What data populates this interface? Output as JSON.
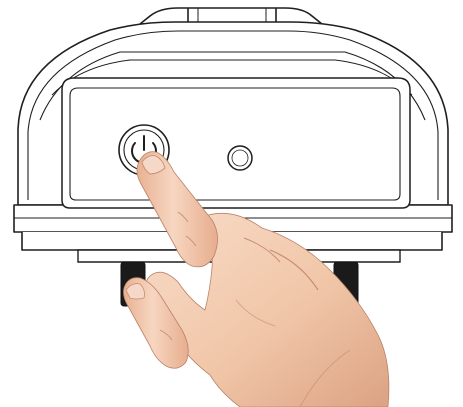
{
  "figure": {
    "description_text": "",
    "elements": {
      "device": "device-body",
      "front_panel": "front-panel",
      "power_button": "power-button",
      "indicator": "indicator-light",
      "feet": "device-feet",
      "hand": "hand"
    },
    "colors": {
      "outline": "#1f1f1f",
      "body_fill": "#ffffff",
      "panel_fill": "#ffffff",
      "foot_fill": "#1a1a1a",
      "skin": "#f1c6a8",
      "skin_shadow": "#d99d7d",
      "skin_light": "#f8dcc8",
      "nail": "#f5d3c4"
    }
  }
}
